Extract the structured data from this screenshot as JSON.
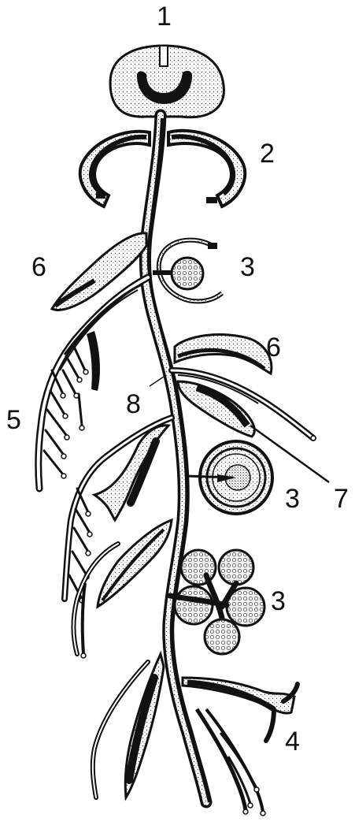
{
  "labels": {
    "l1": "1",
    "l2": "2",
    "l3a": "3",
    "l6a": "6",
    "l6b": "6",
    "l5": "5",
    "l8": "8",
    "l3b": "3",
    "l7": "7",
    "l3c": "3",
    "l4": "4"
  },
  "colors": {
    "ink": "#111111",
    "paper": "#ffffff",
    "stipple": "#e9e9e9"
  }
}
